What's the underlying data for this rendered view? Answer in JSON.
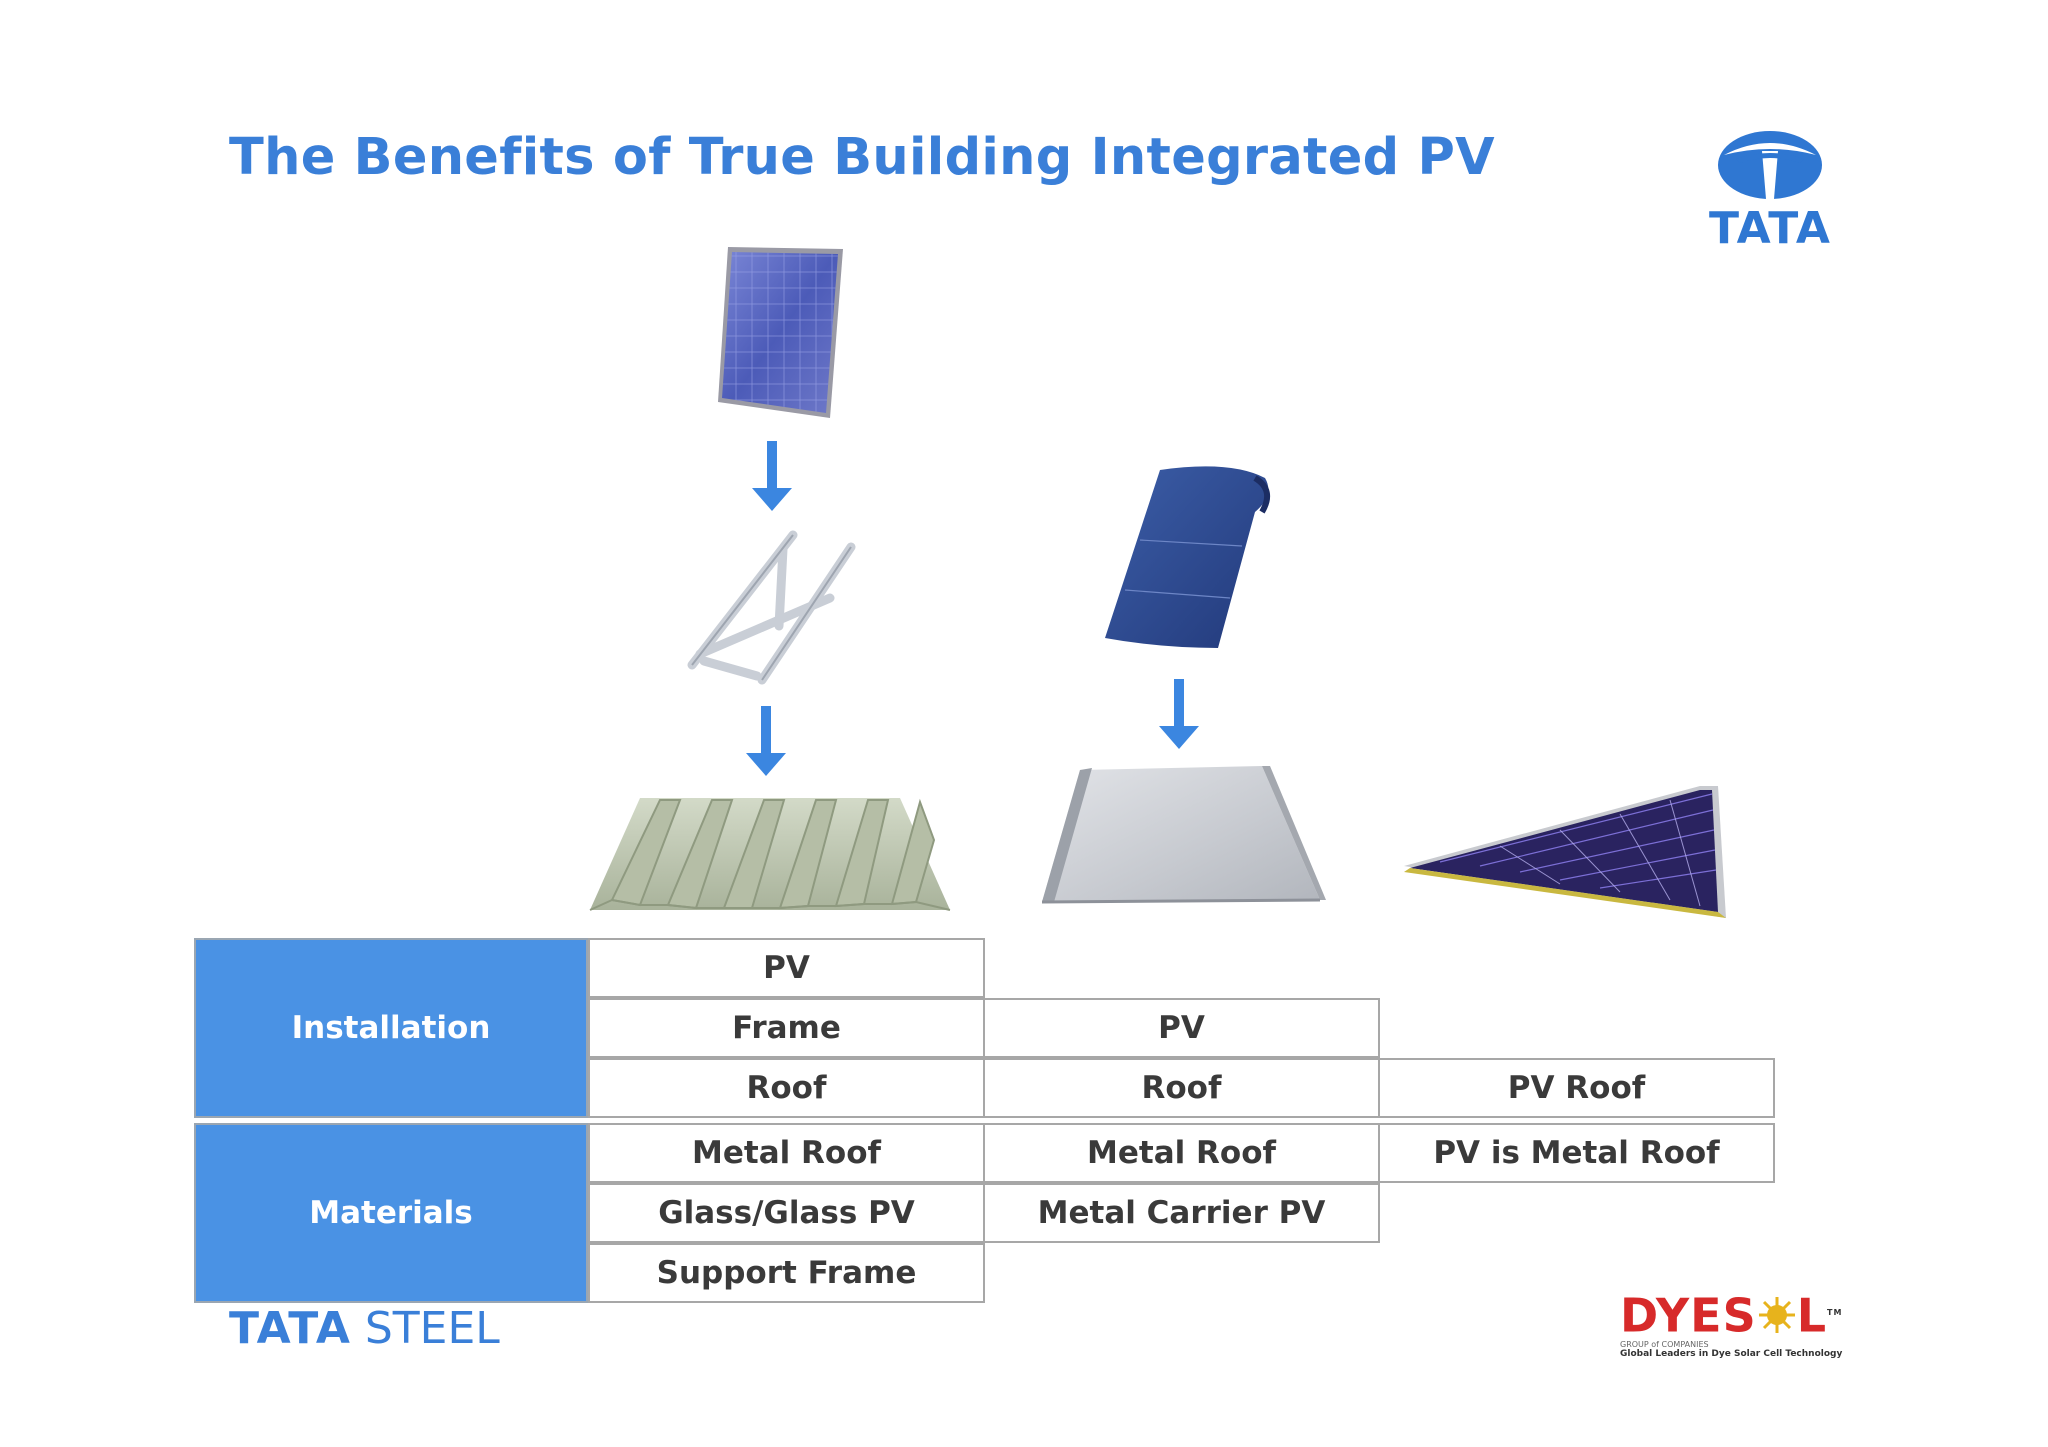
{
  "slide": {
    "title": "The Benefits of True Building Integrated PV"
  },
  "logos": {
    "tata": "TATA",
    "tata_steel_bold": "TATA",
    "tata_steel_light": " STEEL",
    "dyesol_a": "DYES",
    "dyesol_b": "L",
    "dyesol_tm": "TM",
    "dyesol_group": "GROUP of COMPANIES",
    "dyesol_tagline": "Global Leaders in Dye Solar Cell Technology"
  },
  "table": {
    "installation": {
      "header": "Installation",
      "col1": [
        "PV",
        "Frame",
        "Roof"
      ],
      "col2": [
        "PV",
        "Roof"
      ],
      "col3": [
        "PV Roof"
      ]
    },
    "materials": {
      "header": "Materials",
      "col1": [
        "Metal Roof",
        "Glass/Glass PV",
        "Support Frame"
      ],
      "col2": [
        "Metal Roof",
        "Metal Carrier PV"
      ],
      "col3": [
        "PV is Metal Roof"
      ]
    }
  },
  "colors": {
    "accent_blue": "#3a7fd8",
    "header_blue": "#4a92e4",
    "arrow_blue": "#3b86e0",
    "dyesol_red": "#d72a2a",
    "dyesol_sun": "#e7b31c"
  }
}
